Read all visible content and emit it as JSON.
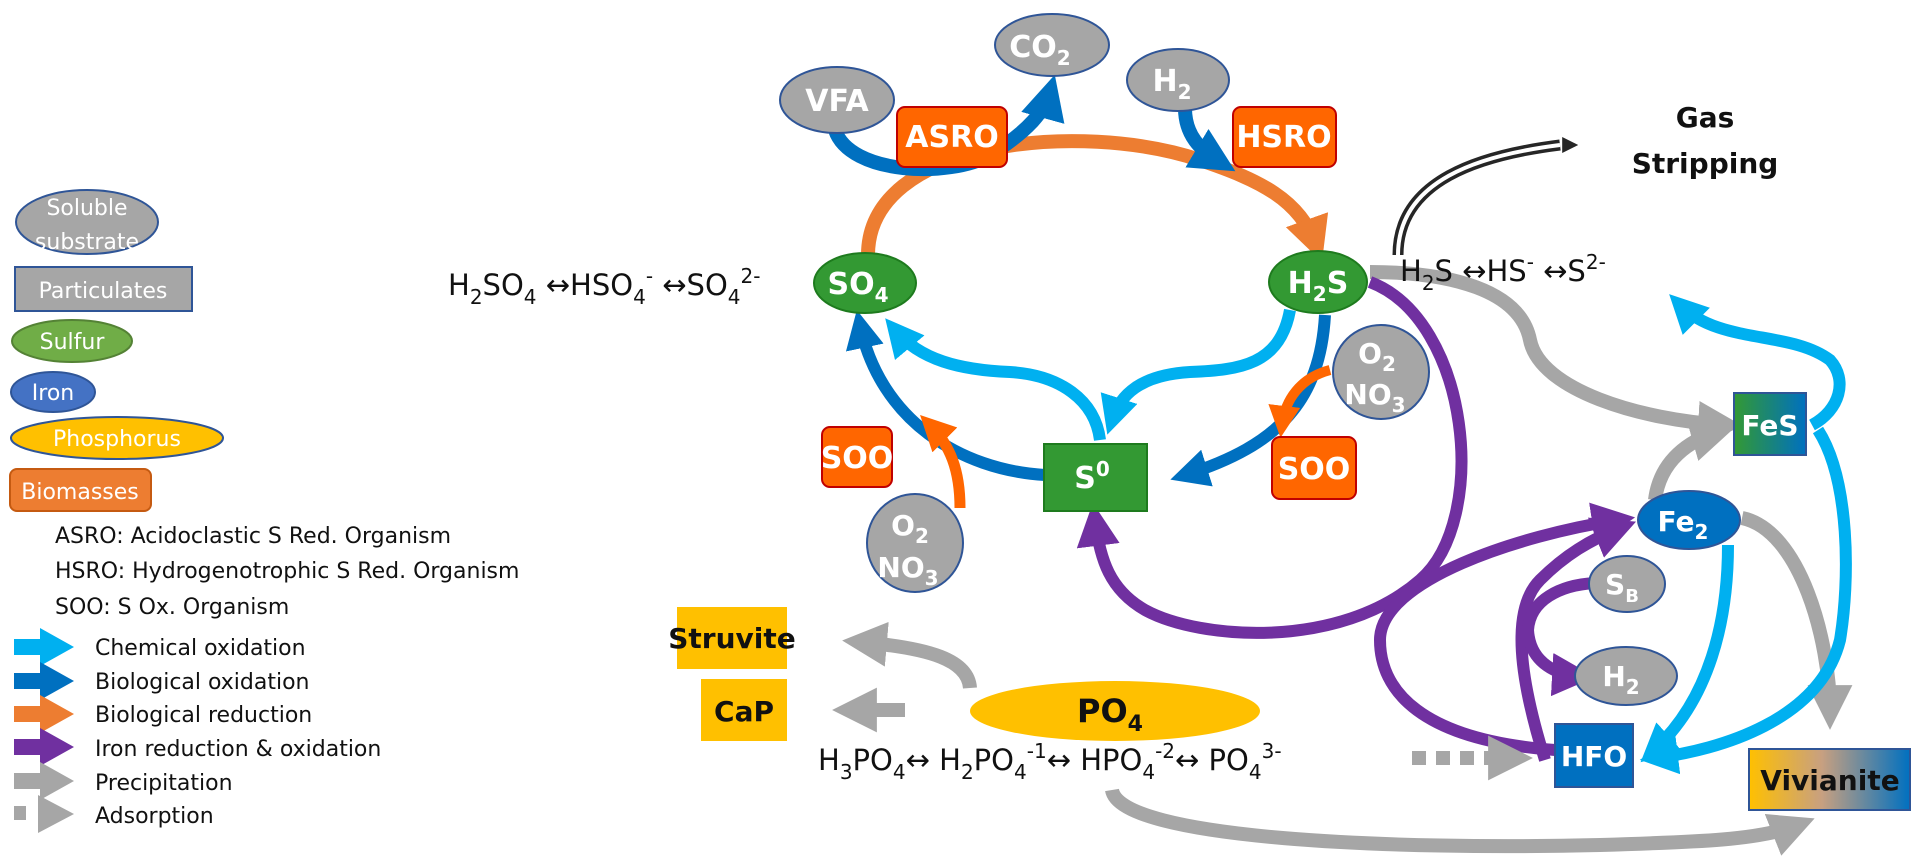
{
  "colors": {
    "chemical_oxidation": "#00B0F0",
    "biological_oxidation": "#0070C0",
    "biological_reduction": "#ED7D31",
    "iron_redox": "#7030A0",
    "precipitation": "#A6A6A6",
    "adsorption": "#A6A6A6",
    "soluble": "#A6A6A6",
    "sulfur": "#339933",
    "iron": "#0070C0",
    "phosphorus": "#FFC000",
    "biomass": "#FF6600",
    "gas": "#262626"
  },
  "legend": {
    "shapes": [
      {
        "label": "Soluble",
        "label2": "substrate",
        "kind": "ellipse"
      },
      {
        "label": "Particulates",
        "kind": "rect"
      },
      {
        "label": "Sulfur",
        "kind": "ellipse"
      },
      {
        "label": "Iron",
        "kind": "ellipse"
      },
      {
        "label": "Phosphorus",
        "kind": "ellipse"
      },
      {
        "label": "Biomasses",
        "kind": "rounded-rect"
      }
    ],
    "abbreviations": [
      "ASRO: Acidoclastic S Red. Organism",
      "HSRO: Hydrogenotrophic S Red. Organism",
      "SOO: S Ox. Organism"
    ],
    "arrows": [
      {
        "label": "Chemical oxidation",
        "style": "solid"
      },
      {
        "label": "Biological oxidation",
        "style": "solid"
      },
      {
        "label": "Biological reduction",
        "style": "solid"
      },
      {
        "label": "Iron reduction & oxidation",
        "style": "solid"
      },
      {
        "label": "Precipitation",
        "style": "solid"
      },
      {
        "label": "Adsorption",
        "style": "dashed"
      }
    ]
  },
  "nodes": {
    "vfa": {
      "label": "VFA"
    },
    "co2": {
      "label": "CO",
      "sub": "2"
    },
    "h2_top": {
      "label": "H",
      "sub": "2"
    },
    "asro": {
      "label": "ASRO"
    },
    "hsro": {
      "label": "HSRO"
    },
    "so4": {
      "label": "SO",
      "sub": "4"
    },
    "h2s": {
      "label": "H",
      "sub": "2",
      "suffix": "S"
    },
    "s0": {
      "label": "S",
      "sup": "0"
    },
    "soo_left": {
      "label": "SOO"
    },
    "soo_right": {
      "label": "SOO"
    },
    "o2no3_left": {
      "line1": "O",
      "line1_sub": "2",
      "line2": "NO",
      "line2_sub": "3"
    },
    "o2no3_right": {
      "line1": "O",
      "line1_sub": "2",
      "line2": "NO",
      "line2_sub": "3"
    },
    "fes": {
      "label": "FeS"
    },
    "fe2": {
      "label": "Fe",
      "sub": "2"
    },
    "sb": {
      "label": "S",
      "sub": "B"
    },
    "h2_bottom": {
      "label": "H",
      "sub": "2"
    },
    "hfo": {
      "label": "HFO"
    },
    "vivianite": {
      "label": "Vivianite"
    },
    "po4": {
      "label": "PO",
      "sub": "4"
    },
    "struvite": {
      "label": "Struvite"
    },
    "cap": {
      "label": "CaP"
    },
    "gas_stripping": {
      "line1": "Gas",
      "line2": "Stripping"
    }
  },
  "equations": {
    "sulfate": {
      "parts": [
        {
          "t": "H"
        },
        {
          "sub": "2"
        },
        {
          "t": "SO"
        },
        {
          "sub": "4"
        },
        {
          "t": " ↔HSO"
        },
        {
          "sub": "4"
        },
        {
          "sup": "-"
        },
        {
          "t": " ↔SO"
        },
        {
          "sub": "4"
        },
        {
          "sup": "2-"
        }
      ]
    },
    "sulfide": {
      "parts": [
        {
          "t": "H"
        },
        {
          "sub": "2"
        },
        {
          "t": "S ↔HS"
        },
        {
          "sup": "-"
        },
        {
          "t": " ↔S"
        },
        {
          "sup": "2-"
        }
      ]
    },
    "phosphate": {
      "parts": [
        {
          "t": "H"
        },
        {
          "sub": "3"
        },
        {
          "t": "PO"
        },
        {
          "sub": "4"
        },
        {
          "t": "↔ H"
        },
        {
          "sub": "2"
        },
        {
          "t": "PO"
        },
        {
          "sub": "4"
        },
        {
          "sup": "-1"
        },
        {
          "t": "↔ HPO"
        },
        {
          "sub": "4"
        },
        {
          "sup": "-2"
        },
        {
          "t": "↔ PO"
        },
        {
          "sub": "4"
        },
        {
          "sup": "3-"
        }
      ]
    }
  }
}
